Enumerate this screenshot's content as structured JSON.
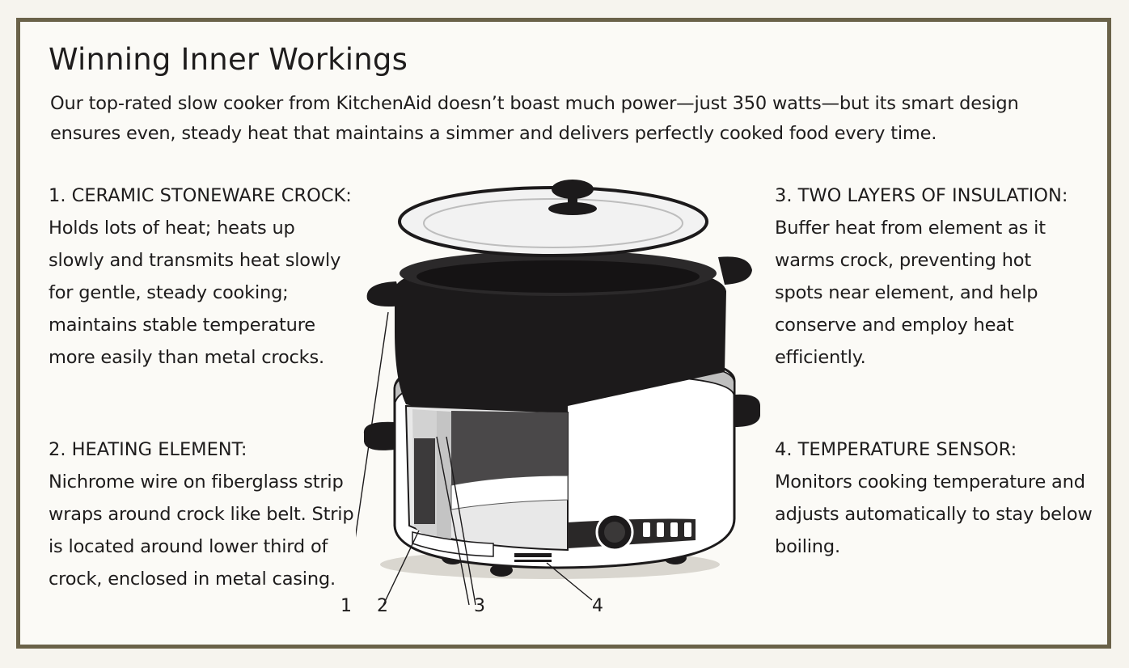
{
  "title": "Winning Inner Workings",
  "intro": "Our top-rated slow cooker from KitchenAid doesn’t boast much power—just 350 watts—but its smart design ensures even, steady heat that maintains a simmer and delivers perfectly cooked food every time.",
  "features": [
    {
      "heading": "1. CERAMIC STONEWARE CROCK:",
      "text": "Holds lots of heat; heats up slowly and transmits heat slowly for gentle, steady cooking; maintains stable temperature more easily than metal crocks."
    },
    {
      "heading": "2. HEATING ELEMENT:",
      "text": "Nichrome wire on fiberglass strip wraps around crock like belt. Strip is located around lower third of crock, enclosed in metal casing."
    },
    {
      "heading": "3. TWO LAYERS OF INSULATION:",
      "text": "Buffer heat from element as it warms crock, preventing hot spots near element, and help conserve and employ heat efficiently."
    },
    {
      "heading": "4. TEMPERATURE SENSOR:",
      "text": "Monitors cooking temperature and adjusts automatically to stay below boiling."
    }
  ],
  "callouts": [
    "1",
    "2",
    "3",
    "4"
  ],
  "colors": {
    "frame": "#6a6249",
    "ink": "#1e1c1c",
    "crock": "#1c1a1b",
    "body": "#ffffff"
  }
}
